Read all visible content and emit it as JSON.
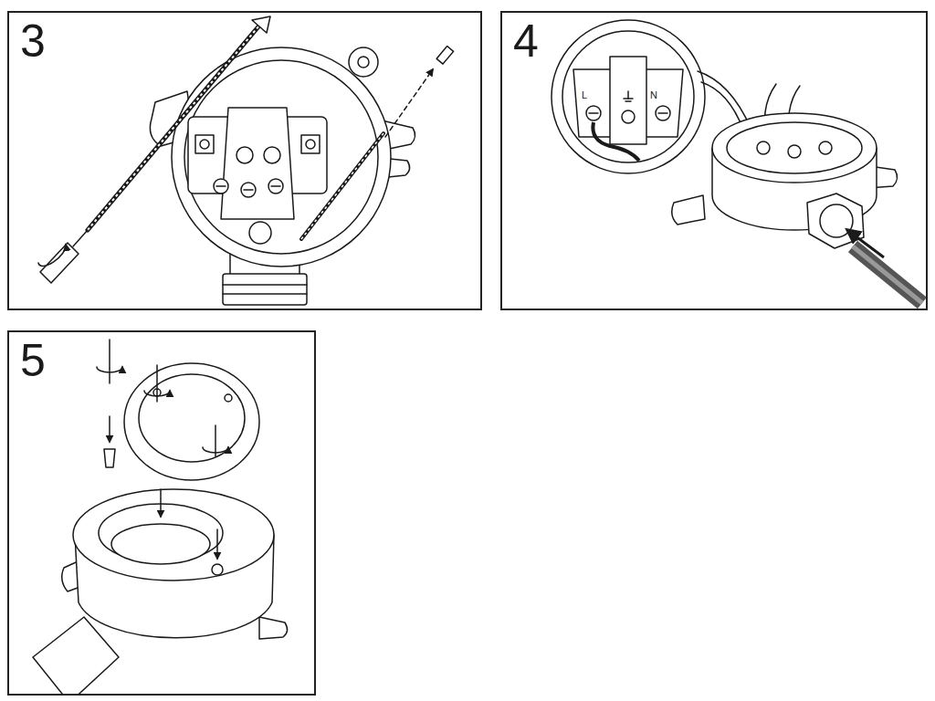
{
  "diagram": {
    "nodes": [
      {
        "text": [
          "3"
        ]
      },
      {
        "text": [
          "4"
        ]
      },
      {
        "text": [
          "5"
        ]
      }
    ],
    "labels": [
      "L",
      "N"
    ]
  }
}
